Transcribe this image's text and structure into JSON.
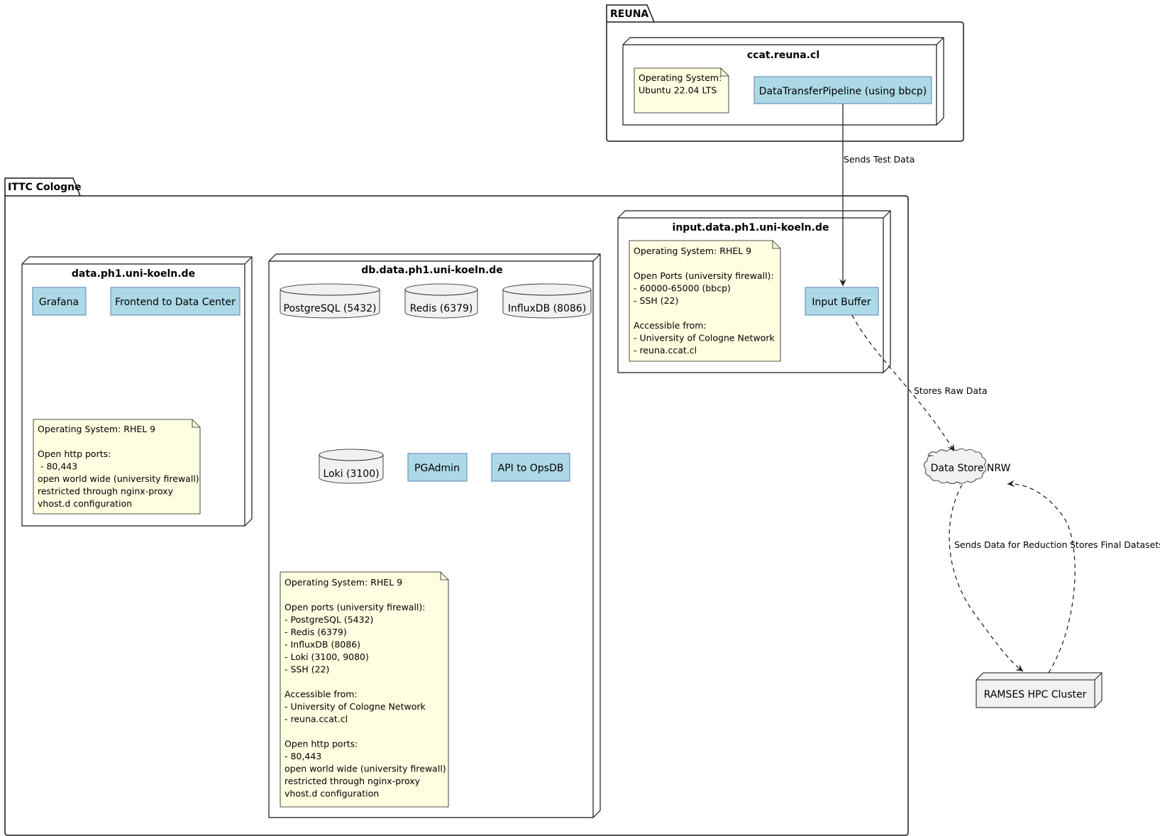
{
  "packages": {
    "reuna": {
      "label": "REUNA"
    },
    "ittc": {
      "label": "ITTC Cologne"
    }
  },
  "nodes": {
    "ccat": {
      "title": "ccat.reuna.cl"
    },
    "input": {
      "title": "input.data.ph1.uni-koeln.de"
    },
    "data": {
      "title": "data.ph1.uni-koeln.de"
    },
    "db": {
      "title": "db.data.ph1.uni-koeln.de"
    },
    "ramses": {
      "label": "RAMSES HPC Cluster"
    }
  },
  "components": {
    "pipeline": "DataTransferPipeline (using bbcp)",
    "input_buffer": "Input Buffer",
    "grafana": "Grafana",
    "frontend": "Frontend to Data Center",
    "pgadmin": "PGAdmin",
    "api": "API to OpsDB"
  },
  "databases": {
    "postgres": "PostgreSQL (5432)",
    "redis": "Redis (6379)",
    "influx": "InfluxDB (8086)",
    "loki": "Loki (3100)"
  },
  "cloud": {
    "label": "Data Store NRW"
  },
  "notes": {
    "ccat": [
      "Operating System:",
      "Ubuntu 22.04 LTS"
    ],
    "input": [
      "Operating System: RHEL 9",
      "",
      "Open Ports (university firewall):",
      "- 60000-65000 (bbcp)",
      "- SSH (22)",
      "",
      "Accessible from:",
      "- University of Cologne Network",
      "- reuna.ccat.cl"
    ],
    "data": [
      "Operating System: RHEL 9",
      "",
      "Open http ports:",
      " - 80,443",
      "open world wide (university firewall)",
      "restricted through nginx-proxy",
      "vhost.d configuration"
    ],
    "db": [
      "Operating System: RHEL 9",
      "",
      "Open ports (university firewall):",
      "- PostgreSQL (5432)",
      "- Redis (6379)",
      "- InfluxDB (8086)",
      "- Loki (3100, 9080)",
      "- SSH (22)",
      "",
      "Accessible from:",
      "- University of Cologne Network",
      "- reuna.ccat.cl",
      "",
      "Open http ports:",
      "- 80,443",
      "open world wide (university firewall)",
      "restricted through nginx-proxy",
      "vhost.d configuration"
    ]
  },
  "edges": {
    "sends_test_data": "Sends Test Data",
    "stores_raw_data": "Stores Raw Data",
    "sends_for_reduction": "Sends Data for Reduction",
    "stores_final": "Stores Final Datasets"
  },
  "colors": {
    "component_fill": "#add8e6",
    "component_stroke": "#5a7fb5",
    "note_fill": "#fefee0",
    "database_fill": "#f1f1f1",
    "stroke": "#181818"
  }
}
